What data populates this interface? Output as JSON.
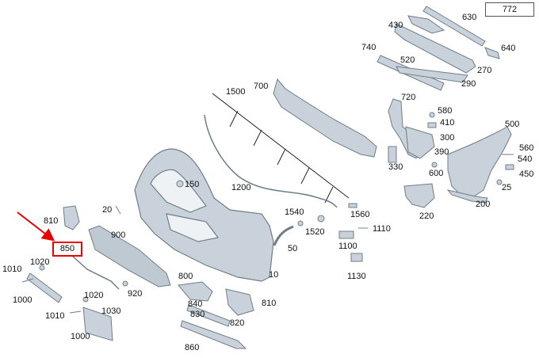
{
  "diagram": {
    "reference_box": "772",
    "highlighted_callout": "850",
    "labels": {
      "l630": "630",
      "l430": "430",
      "l740": "740",
      "l520": "520",
      "l640": "640",
      "l270": "270",
      "l290": "290",
      "l700": "700",
      "l1500": "1500",
      "l720": "720",
      "l580": "580",
      "l410": "410",
      "l300": "300",
      "l390": "390",
      "l330": "330",
      "l600": "600",
      "l500": "500",
      "l560": "560",
      "l540": "540",
      "l450": "450",
      "l25": "25",
      "l200": "200",
      "l220": "220",
      "l150": "150",
      "l1200": "1200",
      "l20": "20",
      "l810a": "810",
      "l900": "900",
      "l1540": "1540",
      "l1560": "1560",
      "l1520": "1520",
      "l1110": "1110",
      "l1100": "1100",
      "l50": "50",
      "l1130": "1130",
      "l10": "10",
      "l1020a": "1020",
      "l1010a": "1010",
      "l1000a": "1000",
      "l920": "920",
      "l800": "800",
      "l840": "840",
      "l830": "830",
      "l810b": "810",
      "l820": "820",
      "l1020b": "1020",
      "l1030": "1030",
      "l1010b": "1010",
      "l1000b": "1000",
      "l860": "860"
    },
    "colors": {
      "part_fill": "#c9d2da",
      "part_stroke": "#6f7d89",
      "highlight": "#e60000"
    }
  }
}
